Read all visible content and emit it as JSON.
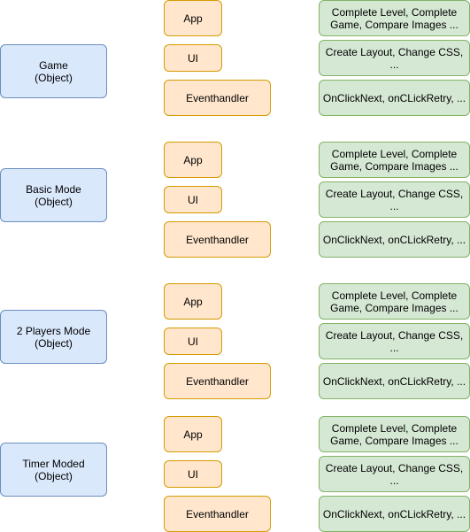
{
  "colors": {
    "object_fill": "#dae8fc",
    "object_stroke": "#6c8ebf",
    "member_fill": "#ffe6cc",
    "member_stroke": "#d79b00",
    "detail_fill": "#d5e8d4",
    "detail_stroke": "#82b366"
  },
  "groups": [
    {
      "object": "Game\n(Object)",
      "app": "App",
      "ui": "UI",
      "eventhandler": "Eventhandler",
      "app_detail": "Complete Level, Complete Game, Compare Images ...",
      "ui_detail": "Create Layout, Change CSS, ...",
      "eventhandler_detail": "OnClickNext, onCLickRetry, ..."
    },
    {
      "object": "Basic Mode\n(Object)",
      "app": "App",
      "ui": "UI",
      "eventhandler": "Eventhandler",
      "app_detail": "Complete Level, Complete Game, Compare Images ...",
      "ui_detail": "Create Layout, Change CSS, ...",
      "eventhandler_detail": "OnClickNext, onCLickRetry, ..."
    },
    {
      "object": "2 Players Mode\n(Object)",
      "app": "App",
      "ui": "UI",
      "eventhandler": "Eventhandler",
      "app_detail": "Complete Level, Complete Game, Compare Images ...",
      "ui_detail": "Create Layout, Change CSS, ...",
      "eventhandler_detail": "OnClickNext, onCLickRetry, ..."
    },
    {
      "object": "Timer Moded\n(Object)",
      "app": "App",
      "ui": "UI",
      "eventhandler": "Eventhandler",
      "app_detail": "Complete Level, Complete Game, Compare Images ...",
      "ui_detail": "Create Layout, Change CSS, ...",
      "eventhandler_detail": "OnClickNext, onCLickRetry, ..."
    }
  ]
}
